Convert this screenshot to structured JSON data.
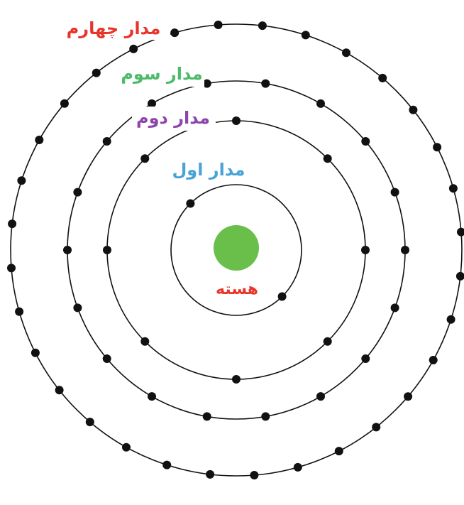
{
  "nucleus": {
    "label": "هسته",
    "color": "#6abf4b",
    "label_color": "#e8352b"
  },
  "orbits": [
    {
      "label": "مدار اول",
      "label_color": "#4aa3d8",
      "electrons": 2
    },
    {
      "label": "مدار دوم",
      "label_color": "#8e44ad",
      "electrons": 8
    },
    {
      "label": "مدار سوم",
      "label_color": "#4dbb6a",
      "electrons": 18
    },
    {
      "label": "مدار چهارم",
      "label_color": "#e8352b",
      "electrons": 32
    }
  ],
  "electron_color": "#111111",
  "orbit_color": "#111111"
}
